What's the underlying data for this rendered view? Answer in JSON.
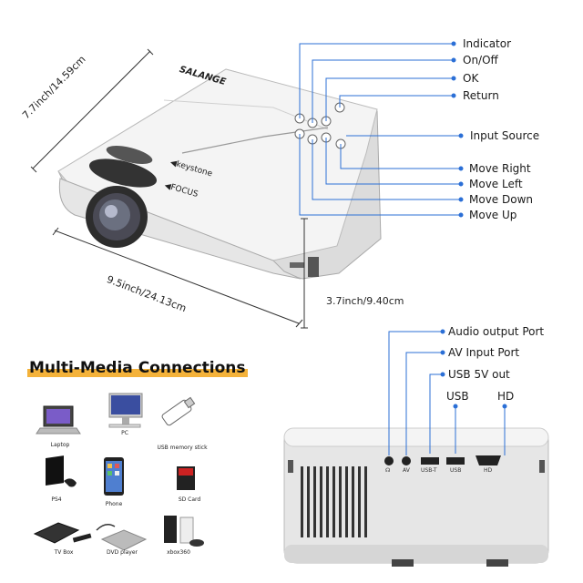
{
  "brand": "SALANGE",
  "lens_labels": {
    "keystone": "◀keystone",
    "focus": "◀FOCUS"
  },
  "button_labels": {
    "indicator": "Indicator",
    "on_off": "On/Off",
    "ok": "OK",
    "return": "Return",
    "input_source": "Input Source",
    "move_right": "Move Right",
    "move_left": "Move Left",
    "move_down": "Move Down",
    "move_up": "Move Up"
  },
  "dimensions": {
    "depth": "7.7inch/14.59cm",
    "width": "9.5inch/24.13cm",
    "height": "3.7inch/9.40cm"
  },
  "port_labels": {
    "audio": "Audio output Port",
    "av": "AV Input Port",
    "usb5v": "USB 5V out",
    "usb": "USB",
    "hd": "HD"
  },
  "port_captions": {
    "av": "AV",
    "usb_t": "USB-T",
    "usb": "USB",
    "hd": "HD"
  },
  "multimedia": {
    "title": "Multi-Media Connections",
    "items": [
      {
        "name": "Laptop",
        "icon": "laptop-icon"
      },
      {
        "name": "PC",
        "icon": "pc-icon"
      },
      {
        "name": "USB memory stick",
        "icon": "usb-stick-icon"
      },
      {
        "name": "PS4",
        "icon": "ps4-icon"
      },
      {
        "name": "Phone",
        "icon": "phone-icon"
      },
      {
        "name": "SD Card",
        "icon": "sd-card-icon"
      },
      {
        "name": "TV Box",
        "icon": "tv-box-icon"
      },
      {
        "name": "DVD player",
        "icon": "dvd-player-icon"
      },
      {
        "name": "xbox360",
        "icon": "xbox-icon"
      }
    ]
  },
  "colors": {
    "accent_line": "#2b6fd6",
    "highlight": "#f4b23a"
  }
}
